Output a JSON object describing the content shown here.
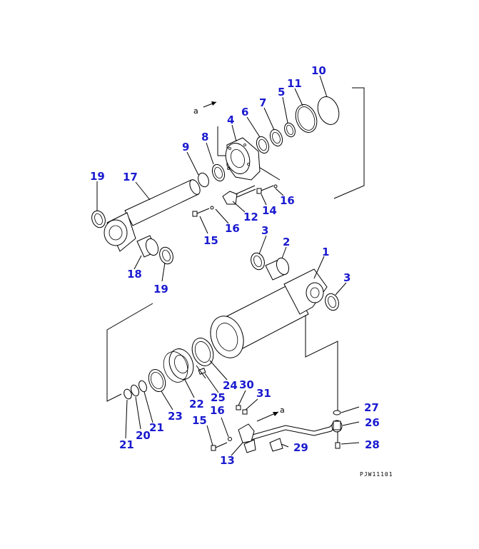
{
  "diagram": {
    "drawing_code": "PJW11101",
    "arrow_label_top": "a",
    "arrow_label_bottom": "a",
    "part_numbers": {
      "p1": "1",
      "p2": "2",
      "p3a": "3",
      "p3b": "3",
      "p4": "4",
      "p5": "5",
      "p6": "6",
      "p7": "7",
      "p8": "8",
      "p9": "9",
      "p10": "10",
      "p11": "11",
      "p12": "12",
      "p13": "13",
      "p14": "14",
      "p15a": "15",
      "p15b": "15",
      "p16a": "16",
      "p16b": "16",
      "p16c": "16",
      "p17": "17",
      "p18": "18",
      "p19a": "19",
      "p19b": "19",
      "p20": "20",
      "p21a": "21",
      "p21b": "21",
      "p22": "22",
      "p23": "23",
      "p24": "24",
      "p25": "25",
      "p26": "26",
      "p27": "27",
      "p28": "28",
      "p29": "29",
      "p30": "30",
      "p31": "31"
    },
    "colors": {
      "callout": "#1a1ad0",
      "line": "#000000"
    }
  }
}
